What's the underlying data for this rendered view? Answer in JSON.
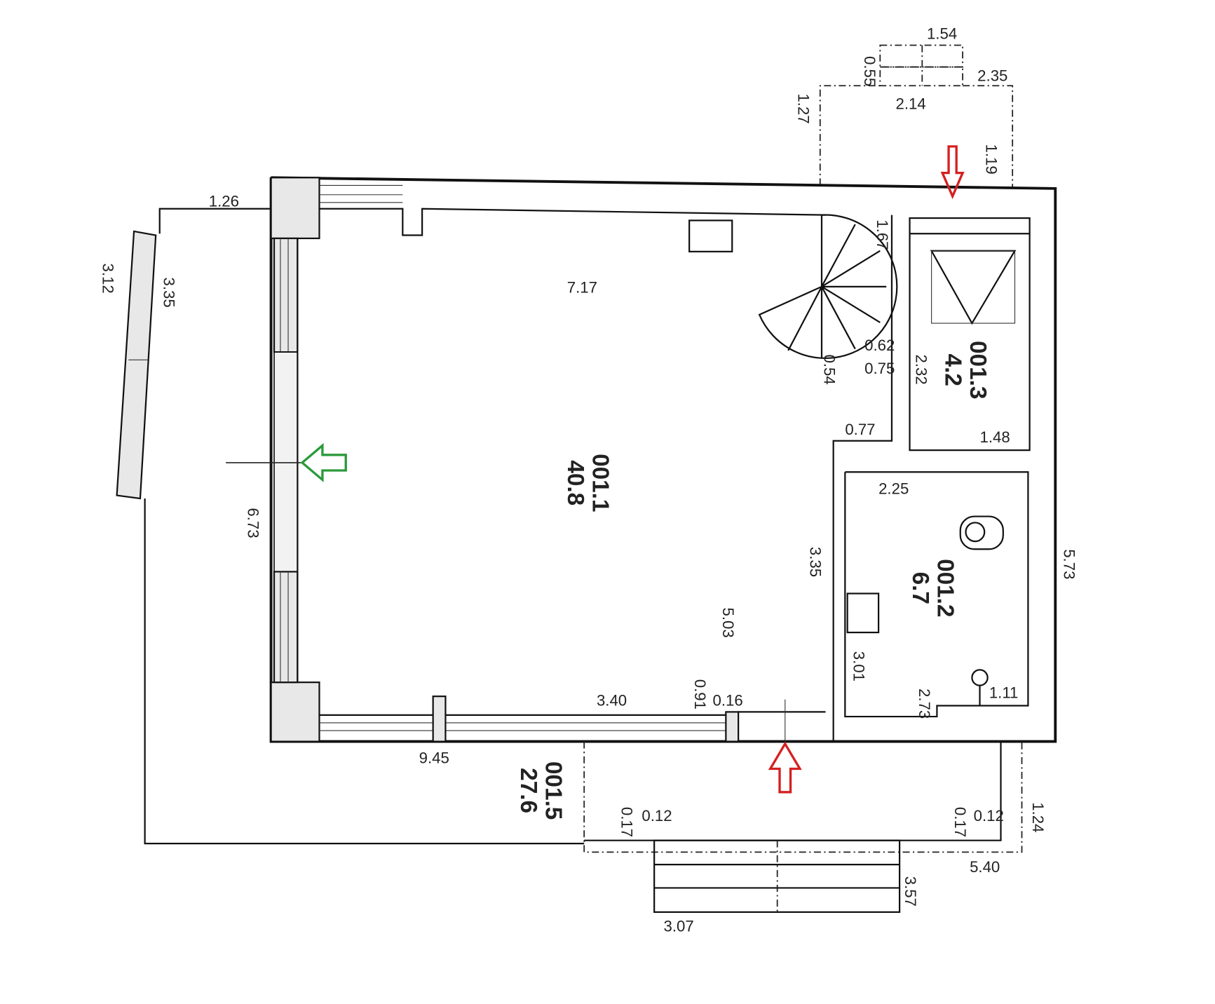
{
  "rooms": [
    {
      "number": "001.1",
      "area": "40.8"
    },
    {
      "number": "001.2",
      "area": "6.7"
    },
    {
      "number": "001.3",
      "area": "4.2"
    },
    {
      "number": "001.5",
      "area": "27.6"
    }
  ],
  "dimensions": {
    "top_box_width": "1.54",
    "top_box_depth": "0.55",
    "top_right": "2.35",
    "top_box_base": "2.14",
    "top_left_height": "1.27",
    "top_right_height": "1.19",
    "left_top": "1.26",
    "left_outer": "3.12",
    "left_inner": "3.35",
    "hall_width": "7.17",
    "stair_top": "1.67",
    "stair_a": "0.62",
    "stair_b": "0.75",
    "stair_c": "0.54",
    "room3_height": "2.32",
    "room3_width": "1.48",
    "ledge": "0.77",
    "room2_width": "2.25",
    "room2_left": "3.35",
    "hall_left_height": "6.73",
    "right_height": "5.73",
    "hall_inner": "5.03",
    "room2_height": "3.01",
    "room2_step": "2.73",
    "room2_bottom": "1.11",
    "window_width": "3.40",
    "post_a": "0.91",
    "post_b": "0.16",
    "bottom_total": "9.45",
    "porch_left_a": "0.17",
    "porch_left_b": "0.12",
    "porch_right_a": "0.17",
    "porch_right_b": "0.12",
    "porch_height": "1.24",
    "porch_width": "5.40",
    "steps_width": "3.07",
    "steps_depth": "3.57"
  },
  "markers": {
    "entrance_arrow_color": "#d42020",
    "window_arrow_color": "#2a9a3a"
  }
}
